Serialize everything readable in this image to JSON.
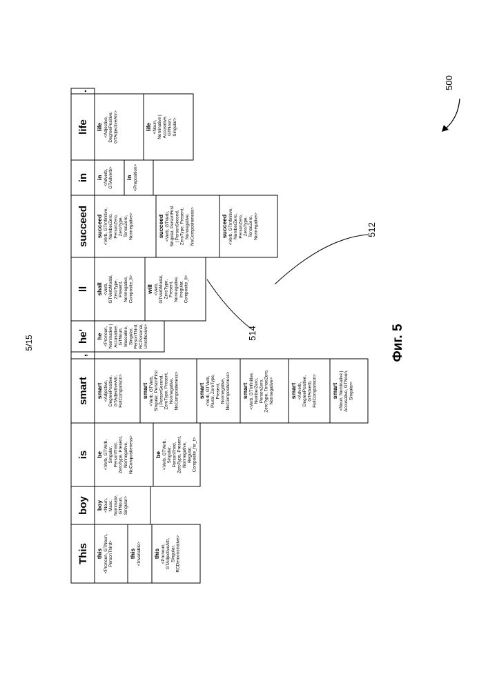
{
  "page_number": "5/15",
  "figure_caption": "Фиг. 5",
  "labels": {
    "figure_ref": "500",
    "ref_512": "512",
    "ref_514": "514"
  },
  "tokens": [
    {
      "header": "This",
      "entries": [
        {
          "word": "this",
          "tags": [
            "<Pronoun, GTNoun,",
            "PersonThird>"
          ]
        },
        {
          "word": "this",
          "tags": [
            "<Invariable>"
          ]
        },
        {
          "word": "this",
          "tags": [
            "<Pronoun,",
            "GTAdjectiveAttr,",
            "Singular,",
            "RCDemonstrative>"
          ]
        }
      ]
    },
    {
      "header": "boy",
      "entries": [
        {
          "word": "boy",
          "tags": [
            "<Noun,",
            "Masc,",
            "Nominativ,",
            "GTNoun,",
            "Singular>"
          ]
        }
      ]
    },
    {
      "header": "is",
      "entries": [
        {
          "word": "be",
          "tags": [
            "<Verb, GTVerb,",
            "Singular,",
            "PersonThird,",
            "ZeroType, Present,",
            "Nonnegative,",
            "NoCompositeness>"
          ]
        },
        {
          "word": "be",
          "tags": [
            "<Verb, GTVerb,",
            "Singular,",
            "PersonThird,",
            "ZeroType, Present,",
            "Nonnegative,",
            "Regular,",
            "Composite_for_t>"
          ]
        }
      ]
    },
    {
      "header": "smart",
      "entries": [
        {
          "word": "smart",
          "tags": [
            "<Adjective,",
            "DegreePositive,",
            "GTAdjectiveAttr,",
            "FullComparison>"
          ]
        },
        {
          "word": "smart",
          "tags": [
            "<Verb, GTVerb,",
            "Singular, PersonFirst",
            "| PersonSecond,",
            "ZeroType, Present,",
            "Nonnegative,",
            "NoCompositeness>"
          ]
        },
        {
          "word": "smart",
          "tags": [
            "<Verb, GTVerb,",
            "Plural, ZeroType,",
            "Present,",
            "Nonnegative,",
            "NoCompositeness>"
          ]
        },
        {
          "word": "smart",
          "tags": [
            "<Verb, GTInfinitive,",
            "NumberZero,",
            "PersonZero,",
            "ZeroType, TenseZero,",
            "Nonnegative>"
          ]
        },
        {
          "word": "smart",
          "tags": [
            "<Adverb,",
            "DegreePositive,",
            "GTAdverb,",
            "FullComparison>"
          ]
        },
        {
          "word": "smart",
          "tags": [
            "<Noun, Nominative |",
            "Accusative, GTNoun,",
            "Singular>"
          ]
        }
      ]
    },
    {
      "header": ",",
      "entries": []
    },
    {
      "header": "he'",
      "entries": [
        {
          "word": "he",
          "tags": [
            "<Pronoun,",
            "Nominative |",
            "Accusative,",
            "GTNoun,",
            "Masculine,",
            "Singular,",
            "PersonThird,",
            "RCPersonal,",
            "Unreflexive>"
          ]
        }
      ]
    },
    {
      "header": "ll",
      "entries": [
        {
          "word": "shall",
          "tags": [
            "<Verb,",
            "GTVerbModal,",
            "ZeroType,",
            "Present,",
            "Nonnegative,",
            "Composite_ll>"
          ]
        },
        {
          "word": "will",
          "tags": [
            "<Verb,",
            "GTVerbModal,",
            "ZeroType,",
            "Present,",
            "Nonnegative,",
            "Irregular,",
            "Composite_ll>"
          ]
        }
      ]
    },
    {
      "header": "succeed",
      "entries": [
        {
          "word": "succeed",
          "tags": [
            "<Verb, GTInfinitive,",
            "NumberZero,",
            "PersonZero,",
            "ZeroType,",
            "TenseZero,",
            "Nonnegative>"
          ]
        },
        {
          "word": "succeed",
          "tags": [
            "<Verb, GTVerb,",
            "Singular, PersonFirst",
            "| PersonSecond,",
            "ZeroType, Present,",
            "Nonnegative,",
            "NoCompositeness>"
          ]
        },
        {
          "word": "succeed",
          "tags": [
            "<Verb, GTInfinitive,",
            "NumberZero,",
            "PersonZero,",
            "ZeroType,",
            "TenseZero,",
            "Nonnegative>"
          ]
        }
      ]
    },
    {
      "header": "in",
      "entries": [
        {
          "word": "in",
          "tags": [
            "<Adverb,",
            "GTAdverb>"
          ]
        },
        {
          "word": "in",
          "tags": [
            "<Preposition>"
          ]
        }
      ]
    },
    {
      "header": "life",
      "entries": [
        {
          "word": "life",
          "tags": [
            "<Adjective,",
            "DegreePositive,",
            "GTAdjectiveAttr>"
          ]
        },
        {
          "word": "life",
          "tags": [
            "<Noun,",
            "Nominative |",
            "Accusative,",
            "GTNoun,",
            "Singular>"
          ]
        }
      ]
    },
    {
      "header": ".",
      "entries": []
    }
  ]
}
